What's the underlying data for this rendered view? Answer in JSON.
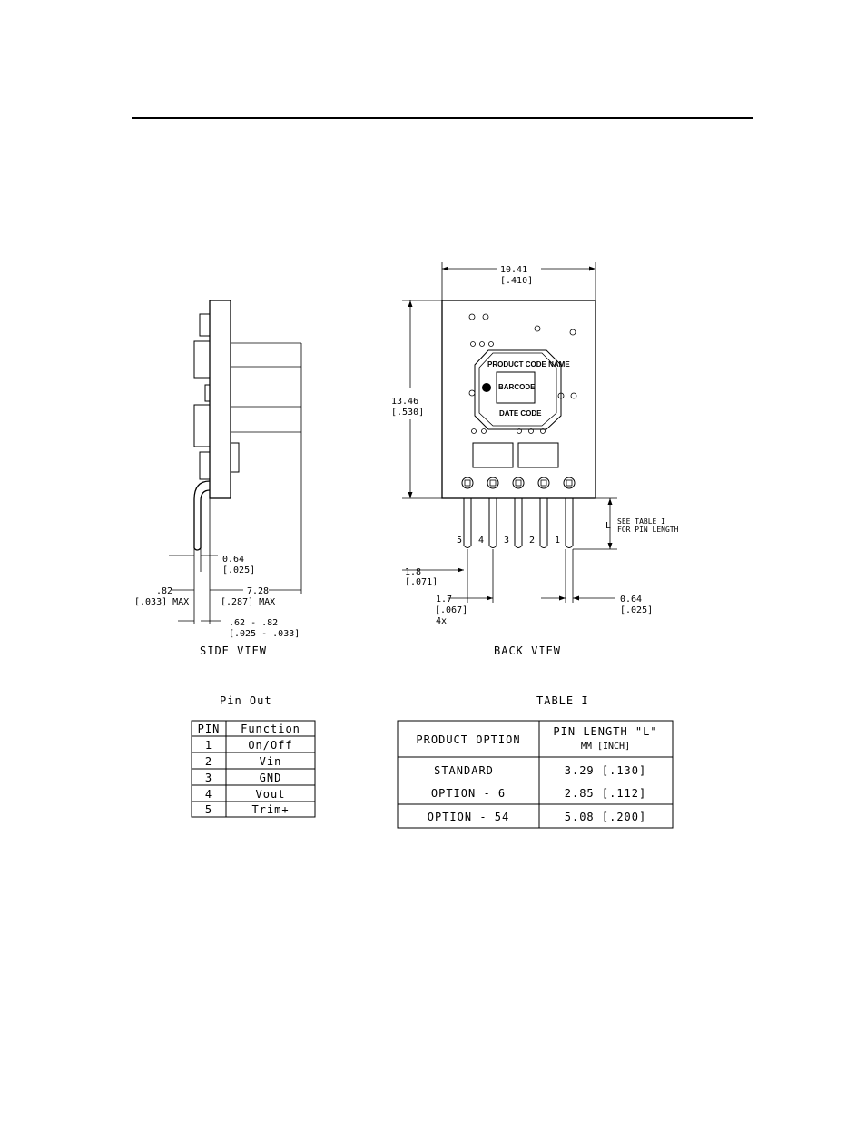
{
  "side_view": {
    "caption": "SIDE VIEW",
    "dim_pin_width": {
      "mm": "0.64",
      "inch": "[.025]"
    },
    "dim_max_left": {
      "mm": ".82",
      "inch": "[.033] MAX"
    },
    "dim_depth": {
      "mm": "7.28",
      "inch": "[.287] MAX"
    },
    "dim_pin_offset": {
      "mm": ".62 - .82",
      "inch": "[.025 - .033]"
    }
  },
  "back_view": {
    "caption": "BACK VIEW",
    "dim_width": {
      "mm": "10.41",
      "inch": "[.410]"
    },
    "dim_height": {
      "mm": "13.46",
      "inch": "[.530]"
    },
    "label_product_code": "PRODUCT CODE NAME",
    "label_barcode": "BARCODE",
    "label_date_code": "DATE CODE",
    "pin_numbers": [
      "5",
      "4",
      "3",
      "2",
      "1"
    ],
    "dim_length_letter": "L",
    "see_table_line1": "SEE TABLE I",
    "see_table_line2": "FOR PIN LENGTH",
    "dim_edge": {
      "mm": "1.8",
      "inch": "[.071]"
    },
    "dim_pitch": {
      "mm": "1.7",
      "inch": "[.067]",
      "count": "4x"
    },
    "dim_pin": {
      "mm": "0.64",
      "inch": "[.025]"
    }
  },
  "pin_out": {
    "title": "Pin Out",
    "headers": [
      "PIN",
      "Function"
    ],
    "rows": [
      [
        "1",
        "On/Off"
      ],
      [
        "2",
        "Vin"
      ],
      [
        "3",
        "GND"
      ],
      [
        "4",
        "Vout"
      ],
      [
        "5",
        "Trim+"
      ]
    ]
  },
  "table_1": {
    "title": "TABLE I",
    "header_option": "PRODUCT OPTION",
    "header_length_line1": "PIN LENGTH \"L\"",
    "header_length_line2": "MM [INCH]",
    "rows": [
      [
        "STANDARD",
        "3.29 [.130]"
      ],
      [
        "OPTION - 6",
        "2.85 [.112]"
      ],
      [
        "OPTION - 54",
        "5.08 [.200]"
      ]
    ]
  }
}
